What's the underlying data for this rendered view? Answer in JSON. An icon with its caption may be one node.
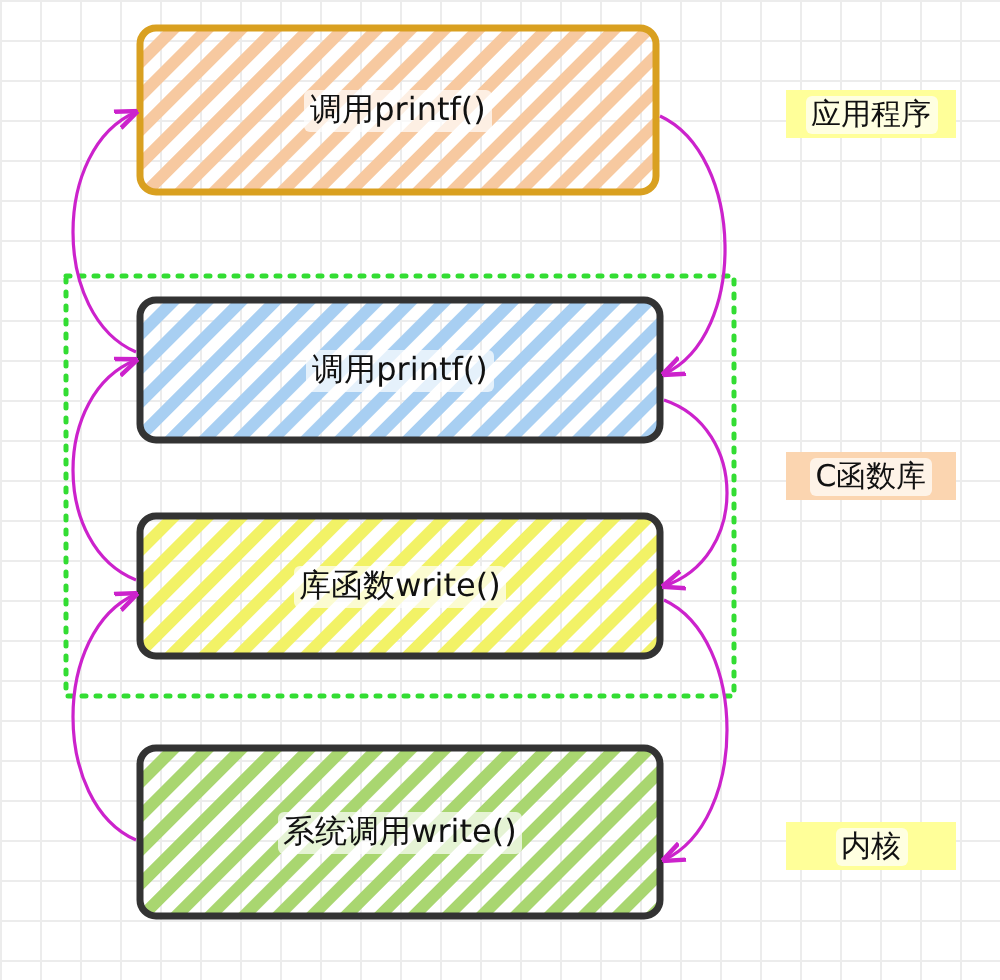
{
  "diagram": {
    "nodes": [
      {
        "text": [
          "调用printf()"
        ]
      },
      {
        "text": [
          "应用程序"
        ]
      },
      {
        "text": [],
        "shape": "box"
      },
      {
        "text": [
          "调用printf()"
        ],
        "in": 2
      },
      {
        "text": [
          "C函数库"
        ]
      },
      {
        "text": [
          "库函数write()"
        ],
        "in": 2
      },
      {
        "text": [
          "系统调用write()"
        ]
      },
      {
        "text": [
          "内核"
        ]
      }
    ],
    "edges": [
      {
        "from": 0,
        "to": 3,
        "arrow": "to"
      },
      {
        "from": 3,
        "to": 5,
        "arrow": "to"
      },
      {
        "from": 5,
        "to": 6,
        "arrow": "to"
      },
      {
        "from": 6,
        "to": 5,
        "arrow": "to"
      },
      {
        "from": 5,
        "to": 3,
        "arrow": "to"
      },
      {
        "from": 3,
        "to": 0,
        "arrow": "to"
      }
    ]
  }
}
